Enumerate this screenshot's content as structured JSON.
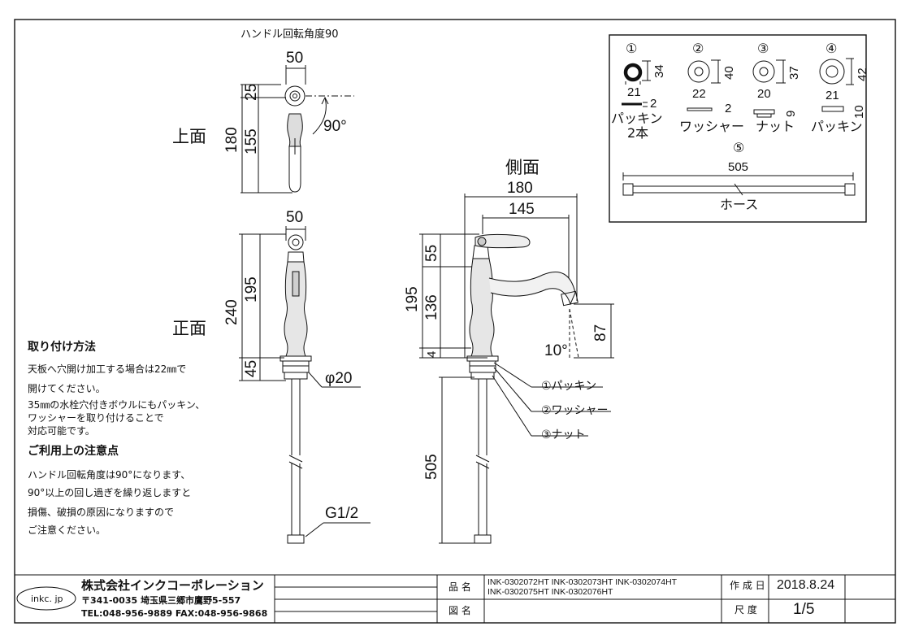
{
  "drawing": {
    "handle_note": "ハンドル回転角度90",
    "views": {
      "top": "上面",
      "front": "正面",
      "side": "側面"
    },
    "top_dims": {
      "width": "50",
      "d25": "25",
      "d180": "180",
      "d155": "155",
      "angle": "90°"
    },
    "front_dims": {
      "width": "50",
      "d240": "240",
      "d195": "195",
      "d45": "45",
      "phi": "φ20",
      "thread": "G1/2"
    },
    "side_dims": {
      "d180": "180",
      "d145": "145",
      "d195": "195",
      "d55": "55",
      "d136": "136",
      "d4": "4",
      "d87": "87",
      "angle": "10°",
      "hose": "505"
    },
    "callouts": [
      "①パッキン",
      "②ワッシャー",
      "③ナット"
    ]
  },
  "parts": {
    "items": [
      {
        "num": "①",
        "label": "パッキン",
        "sub": "2本",
        "w": "21",
        "h": "34",
        "t": "2"
      },
      {
        "num": "②",
        "label": "ワッシャー",
        "w": "22",
        "h": "40",
        "t": "2"
      },
      {
        "num": "③",
        "label": "ナット",
        "w": "20",
        "h": "37",
        "t": "9"
      },
      {
        "num": "④",
        "label": "パッキン",
        "w": "21",
        "h": "42",
        "t": "10"
      }
    ],
    "hose": {
      "num": "⑤",
      "length": "505",
      "label": "ホース"
    }
  },
  "notes": {
    "install_title": "取り付け方法",
    "install_lines": [
      "天板へ穴開け加工する場合は22㎜で",
      "開けてください。",
      "35㎜の水栓穴付きボウルにもパッキン、",
      "ワッシャーを取り付けることで",
      "対応可能です。"
    ],
    "caution_title": "ご利用上の注意点",
    "caution_lines": [
      "ハンドル回転角度は90°になります、",
      "90°以上の回し過ぎを繰り返しますと",
      "損傷、破損の原因になりますので",
      "ご注意ください。"
    ]
  },
  "title_block": {
    "logo": "inkc. jp",
    "company": "株式会社インクコーポレーション",
    "address": "〒341-0035 埼玉県三郷市鷹野5-557",
    "tel": "TEL:048-956-9889 FAX:048-956-9868",
    "product_label": "品 名",
    "product_line1": "INK-0302072HT INK-0302073HT INK-0302074HT",
    "product_line2": "INK-0302075HT INK-0302076HT",
    "drawing_label": "図 名",
    "date_label": "作 成 日",
    "date": "2018.8.24",
    "scale_label": "尺 度",
    "scale": "1/5"
  }
}
